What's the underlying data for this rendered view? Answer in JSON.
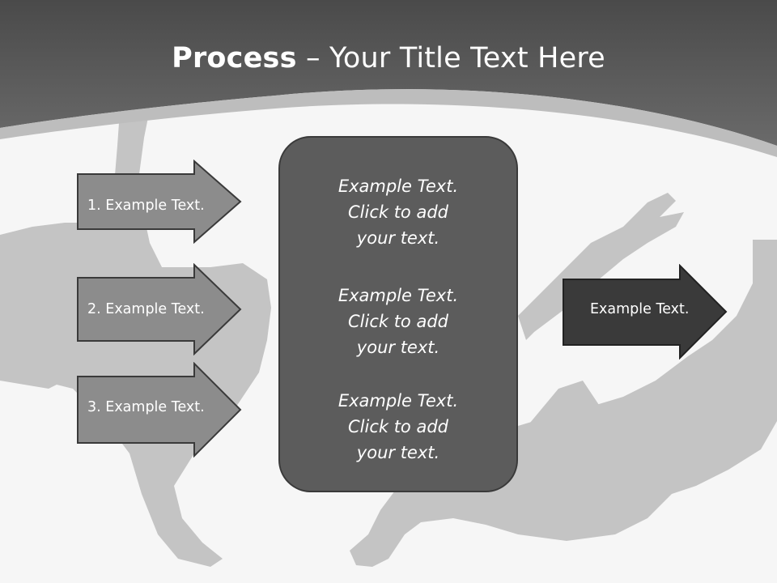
{
  "title": {
    "bold": "Process",
    "rest": " – Your Title Text Here"
  },
  "left_arrows": [
    {
      "label": "1. Example Text."
    },
    {
      "label": "2. Example Text."
    },
    {
      "label": "3. Example Text."
    }
  ],
  "center_box": {
    "blocks": [
      {
        "line1": "Example Text.",
        "line2": "Click  to add",
        "line3": "your text."
      },
      {
        "line1": "Example Text.",
        "line2": "Click  to add",
        "line3": "your text."
      },
      {
        "line1": "Example Text.",
        "line2": "Click  to add",
        "line3": "your text."
      }
    ]
  },
  "right_arrow": {
    "label": "Example Text."
  },
  "colors": {
    "header": "#585858",
    "left_arrow_fill": "#8c8c8c",
    "center_box_fill": "#5c5c5c",
    "right_arrow_fill": "#3a3a3a",
    "silhouette": "#c4c4c4"
  }
}
